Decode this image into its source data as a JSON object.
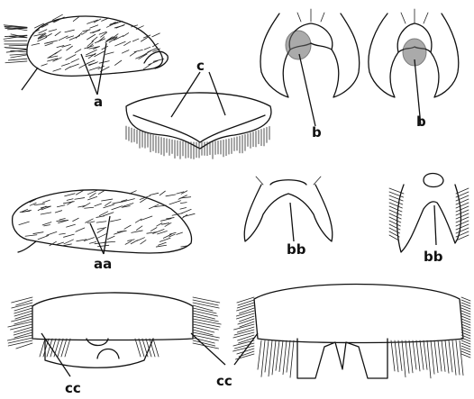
{
  "labels": {
    "a": "a",
    "b1": "b",
    "b2": "b",
    "c": "c",
    "aa": "aa",
    "bb1": "bb",
    "bb2": "bb",
    "cc1": "cc",
    "cc2": "cc"
  }
}
